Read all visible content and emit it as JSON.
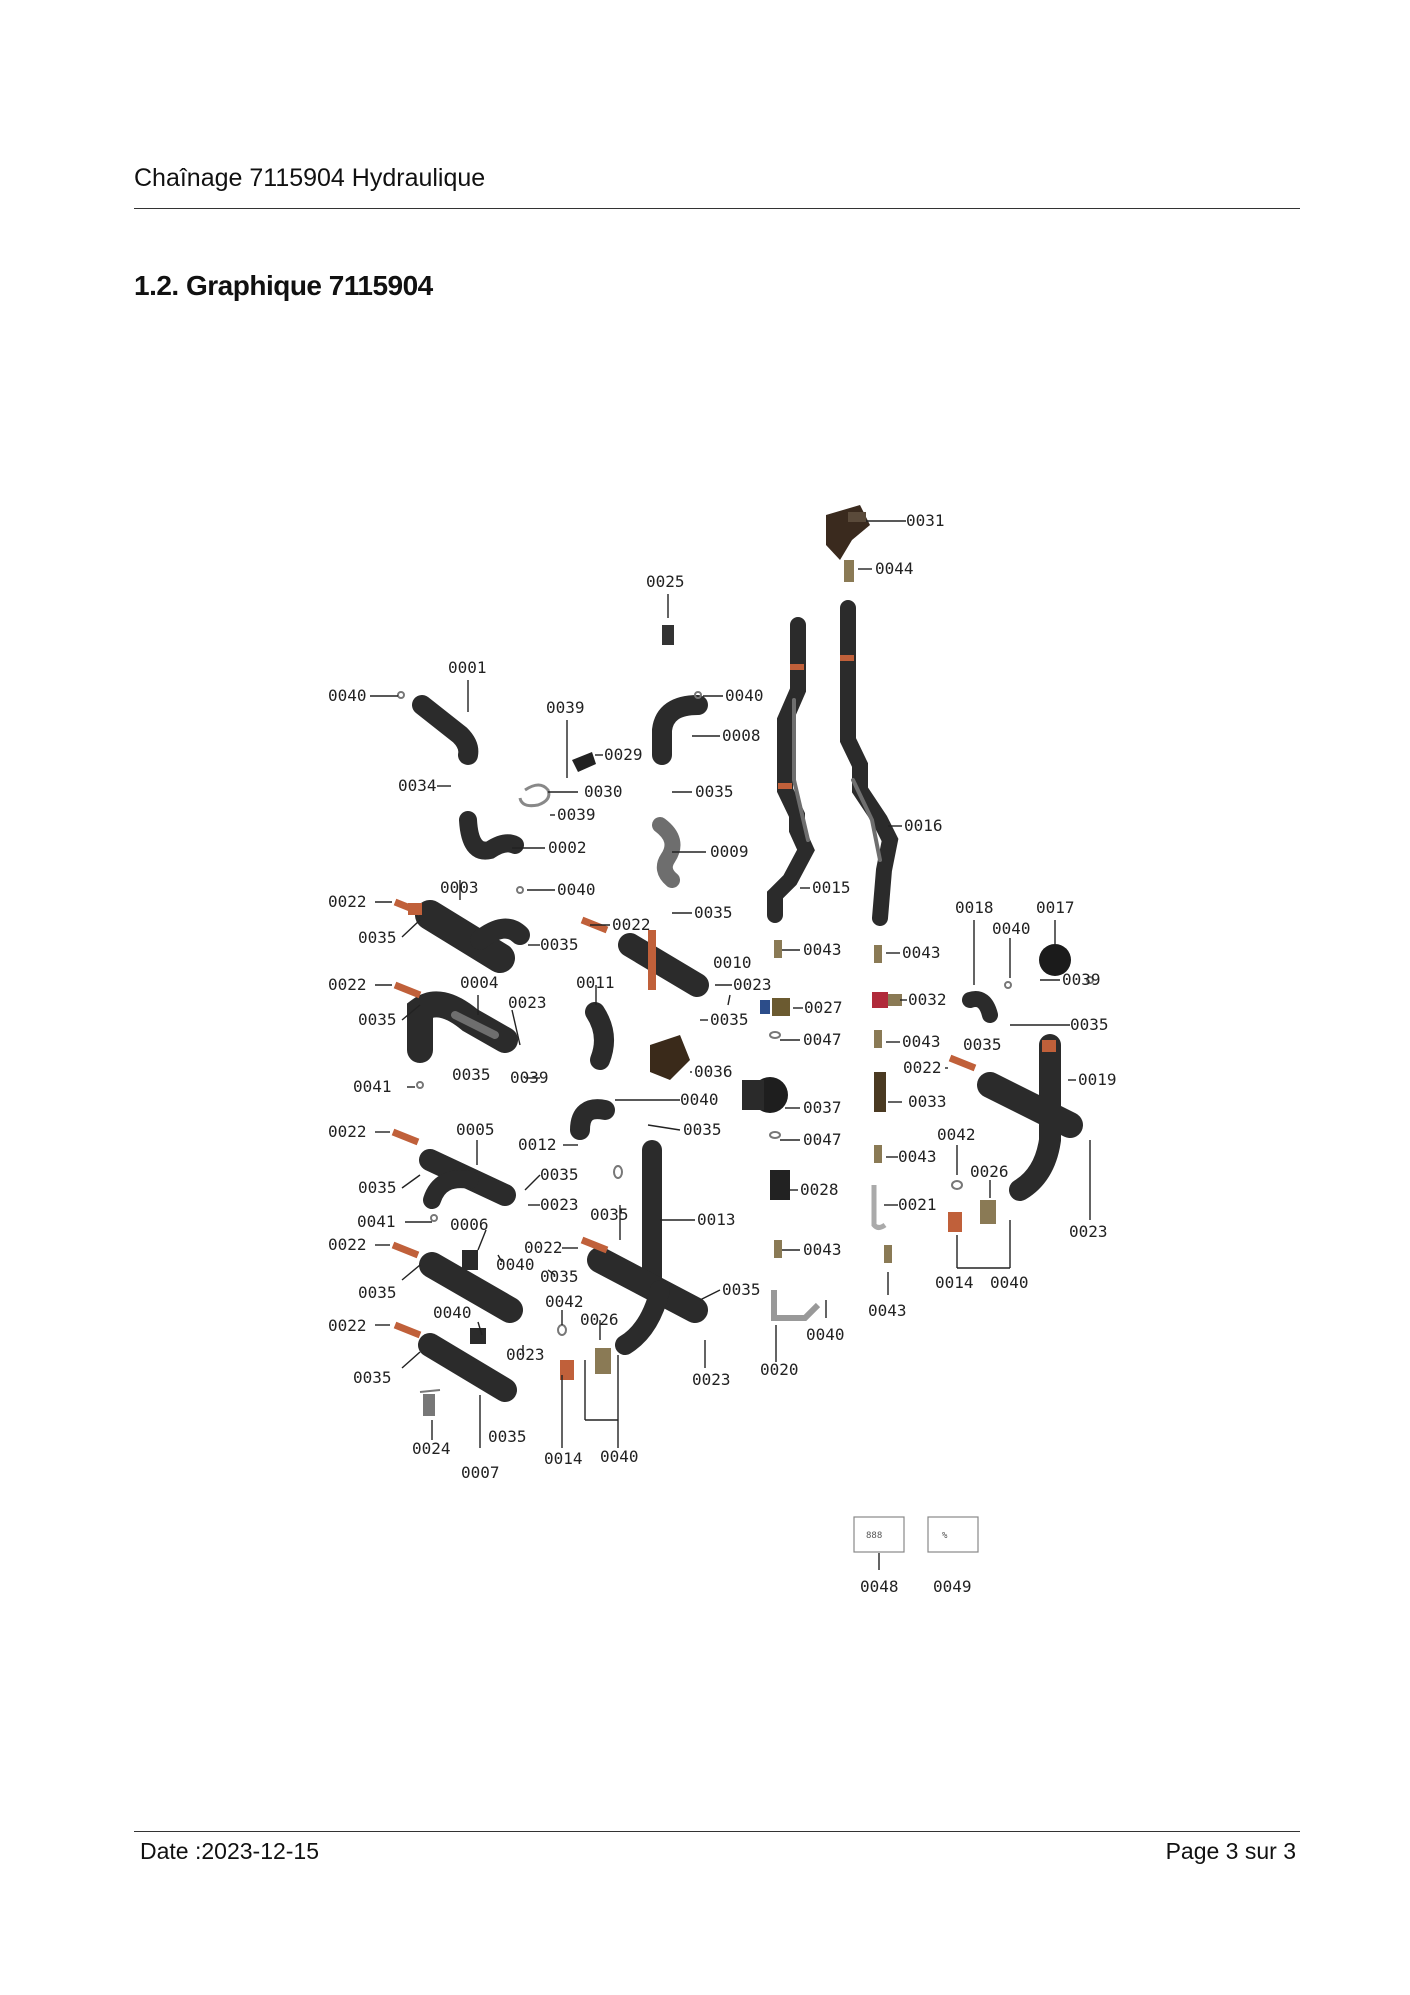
{
  "header": {
    "title": "Chaînage 7115904 Hydraulique"
  },
  "section": {
    "title": "1.2. Graphique 7115904"
  },
  "footer": {
    "date": "Date :2023-12-15",
    "page": "Page 3 sur  3"
  },
  "diagram": {
    "labels": {
      "l0031": "0031",
      "l0044": "0044",
      "l0025": "0025",
      "l0001": "0001",
      "l0040a": "0040",
      "l0040b": "0040",
      "l0008": "0008",
      "l0039a": "0039",
      "l0029": "0029",
      "l0030": "0030",
      "l0034": "0034",
      "l0039b": "0039",
      "l0035a": "0035",
      "l0016": "0016",
      "l0002": "0002",
      "l0009": "0009",
      "l0003": "0003",
      "l0040c": "0040",
      "l0015": "0015",
      "l0022a": "0022",
      "l0035b": "0035",
      "l0022b": "0022",
      "l0035c": "0035",
      "l0035d": "0035",
      "l0018": "0018",
      "l0017": "0017",
      "l0040d": "0040",
      "l0043a": "0043",
      "l0043b": "0043",
      "l0010": "0010",
      "l0022c": "0022",
      "l0004": "0004",
      "l0011": "0011",
      "l0023a": "0023",
      "l0039c": "0039",
      "l0023b": "0023",
      "l0027": "0027",
      "l0032": "0032",
      "l0035e": "0035",
      "l0035f": "0035",
      "l0035g": "0035",
      "l0047a": "0047",
      "l0043c": "0043",
      "l0035h": "0035",
      "l0036": "0036",
      "l0022d": "0022",
      "l0019": "0019",
      "l0041a": "0041",
      "l0035i": "0035",
      "l0039d": "0039",
      "l0040e": "0040",
      "l0037": "0037",
      "l0033": "0033",
      "l0035j": "0035",
      "l0022e": "0022",
      "l0005": "0005",
      "l0012": "0012",
      "l0047b": "0047",
      "l0042a": "0042",
      "l0043d": "0043",
      "l0035k": "0035",
      "l0035l": "0035",
      "l0026a": "0026",
      "l0028": "0028",
      "l0023c": "0023",
      "l0041b": "0041",
      "l0006": "0006",
      "l0035m": "0035",
      "l0013": "0013",
      "l0021": "0021",
      "l0023d": "0023",
      "l0022f": "0022",
      "l0040f": "0040",
      "l0022g": "0022",
      "l0043e": "0043",
      "l0035n": "0035",
      "l0035o": "0035",
      "l0014a": "0014",
      "l0040g": "0040",
      "l0040h": "0040",
      "l0042b": "0042",
      "l0035p": "0035",
      "l0043f": "0043",
      "l0040i": "0040",
      "l0022h": "0022",
      "l0026b": "0026",
      "l0023e": "0023",
      "l0020": "0020",
      "l0035q": "0035",
      "l0023f": "0023",
      "l0024": "0024",
      "l0035r": "0035",
      "l0014b": "0014",
      "l0040j": "0040",
      "l0007": "0007",
      "l0048": "0048",
      "l0049": "0049"
    }
  }
}
